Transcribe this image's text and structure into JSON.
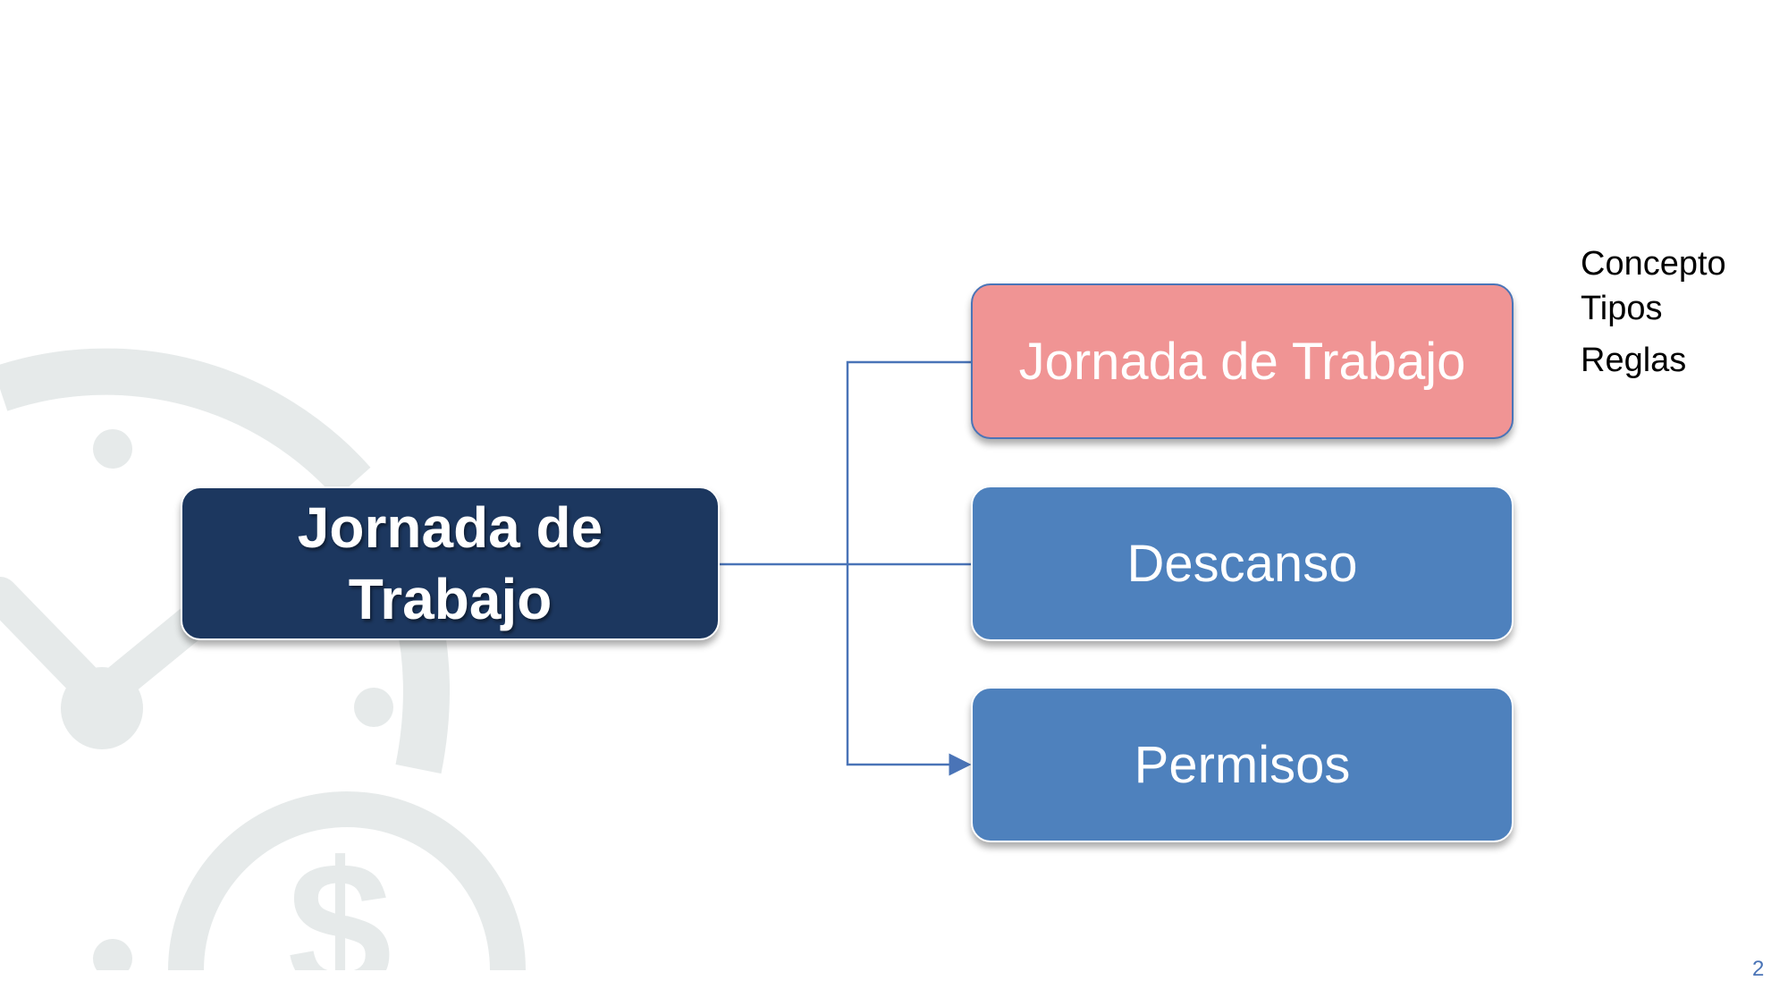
{
  "diagram": {
    "main_node": {
      "label_line1": "Jornada de",
      "label_line2": "Trabajo"
    },
    "children": [
      {
        "label": "Jornada de Trabajo",
        "color": "#f09494"
      },
      {
        "label": "Descanso",
        "color": "#4e81bd"
      },
      {
        "label": "Permisos",
        "color": "#4e81bd"
      }
    ],
    "connector_color": "#4a74b7",
    "main_color": "#1c375f"
  },
  "side_list": {
    "items": [
      "Concepto",
      "Tipos",
      "Reglas"
    ]
  },
  "page_number": "2",
  "background_icons": [
    "clock-icon",
    "dollar-coin-icon"
  ],
  "colors": {
    "background_art": "#e6eaea"
  }
}
